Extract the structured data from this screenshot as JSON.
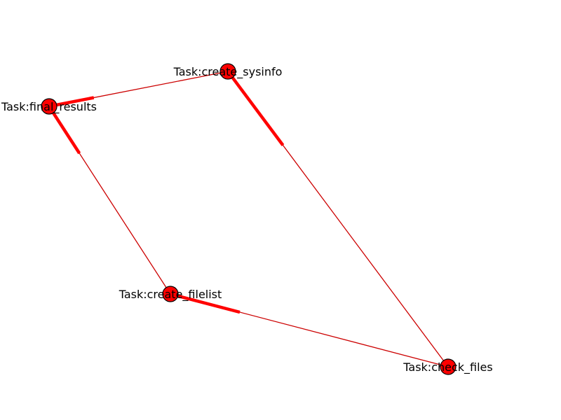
{
  "colors": {
    "node_fill": "#ff0000",
    "node_stroke": "#000000",
    "edge_line": "#cc0000",
    "edge_arrow": "#ff0000",
    "background": "#ffffff"
  },
  "nodes": [
    {
      "id": "create_sysinfo",
      "label": "Task:create_sysinfo"
    },
    {
      "id": "final_results",
      "label": "Task:final_results"
    },
    {
      "id": "create_filelist",
      "label": "Task:create_filelist"
    },
    {
      "id": "check_files",
      "label": "Task:check_files"
    }
  ],
  "edges": [
    {
      "from": "create_sysinfo",
      "to": "final_results"
    },
    {
      "from": "create_filelist",
      "to": "final_results"
    },
    {
      "from": "check_files",
      "to": "create_sysinfo"
    },
    {
      "from": "check_files",
      "to": "create_filelist"
    }
  ]
}
